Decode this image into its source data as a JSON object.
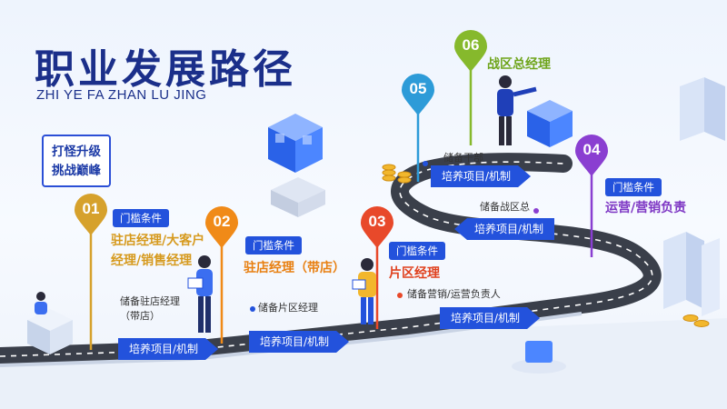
{
  "title": "职业发展路径",
  "subtitle": "ZHI YE FA ZHAN LU JING",
  "badge": [
    "打怪升级",
    "挑战巅峰"
  ],
  "colors": {
    "primary": "#2352dc",
    "title": "#1b2f8a",
    "stage1": "#d6a12c",
    "stage2": "#f08a18",
    "stage3": "#e8492a",
    "stage4": "#8a3fd1",
    "stage5": "#2d9bd8",
    "stage6": "#86b92c"
  },
  "stages": [
    {
      "num": "01",
      "threshold": "门槛条件",
      "role": [
        "驻店经理/大客户",
        "经理/销售经理"
      ],
      "reserve": [
        "储备驻店经理",
        "（带店）"
      ],
      "train": "培养项目/机制"
    },
    {
      "num": "02",
      "threshold": "门槛条件",
      "role": [
        "驻店经理（带店）"
      ],
      "reserve": [
        "储备片区经理"
      ],
      "train": "培养项目/机制"
    },
    {
      "num": "03",
      "threshold": "门槛条件",
      "role": [
        "片区经理"
      ],
      "reserve": [
        "储备营销/运营负责人"
      ],
      "train": "培养项目/机制"
    },
    {
      "num": "04",
      "threshold": "门槛条件",
      "role": [
        "运营/营销负责"
      ],
      "reserve": [
        "储备战区总"
      ],
      "train": "培养项目/机制"
    },
    {
      "num": "05",
      "threshold": "",
      "role": [],
      "reserve": [
        "储备干部"
      ],
      "train": "培养项目/机制"
    },
    {
      "num": "06",
      "threshold": "",
      "role": [
        "战区总经理"
      ],
      "reserve": [],
      "train": ""
    }
  ]
}
